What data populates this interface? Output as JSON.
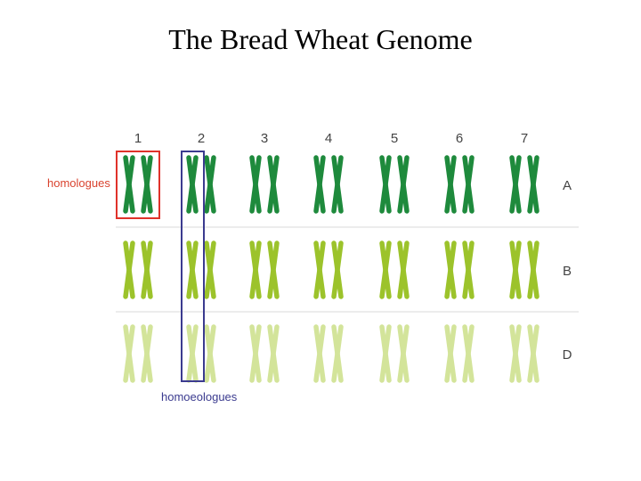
{
  "title": "The Bread Wheat Genome",
  "column_numbers": [
    "1",
    "2",
    "3",
    "4",
    "5",
    "6",
    "7"
  ],
  "genomes": [
    {
      "letter": "A",
      "color": "#1e8a3c"
    },
    {
      "letter": "B",
      "color": "#9cc32b"
    },
    {
      "letter": "D",
      "color": "#d3e49a"
    }
  ],
  "labels": {
    "homologues": "homologues",
    "homoeologues": "homoeologues"
  },
  "colors": {
    "homologues_box": "#e0322a",
    "homoeologues_box": "#3b3b8f",
    "homologues_text": "#d9432f",
    "homoeologues_text": "#3b3b8f",
    "separator": "#d9d9d9",
    "text": "#444444"
  }
}
